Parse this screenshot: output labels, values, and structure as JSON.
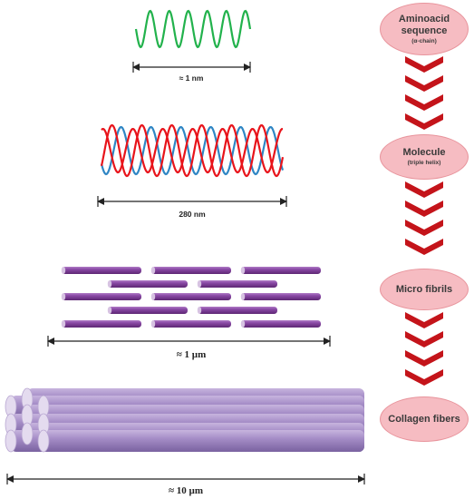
{
  "flow": {
    "nodes": [
      {
        "title": "Aminoacid sequence",
        "sub": "(α-chain)"
      },
      {
        "title": "Molecule",
        "sub": "(triple helix)"
      },
      {
        "title": "Micro fibrils",
        "sub": ""
      },
      {
        "title": "Collagen fibers",
        "sub": ""
      }
    ]
  },
  "levels": {
    "alpha_chain": {
      "scale_label": "≈ 1 nm"
    },
    "triple_helix": {
      "scale_label": "280 nm"
    },
    "microfibrils": {
      "scale_label": "≈ 1 µm"
    },
    "fibers": {
      "scale_label": "≈ 10 µm"
    }
  },
  "colors": {
    "alpha_chain": "#22b24c",
    "helix_red": "#e8141b",
    "helix_blue": "#2f86c4",
    "fibril": "#7c3a94",
    "fiber": "#a48cc6",
    "node_fill": "#f6bcc2",
    "arrow": "#c4141a"
  }
}
